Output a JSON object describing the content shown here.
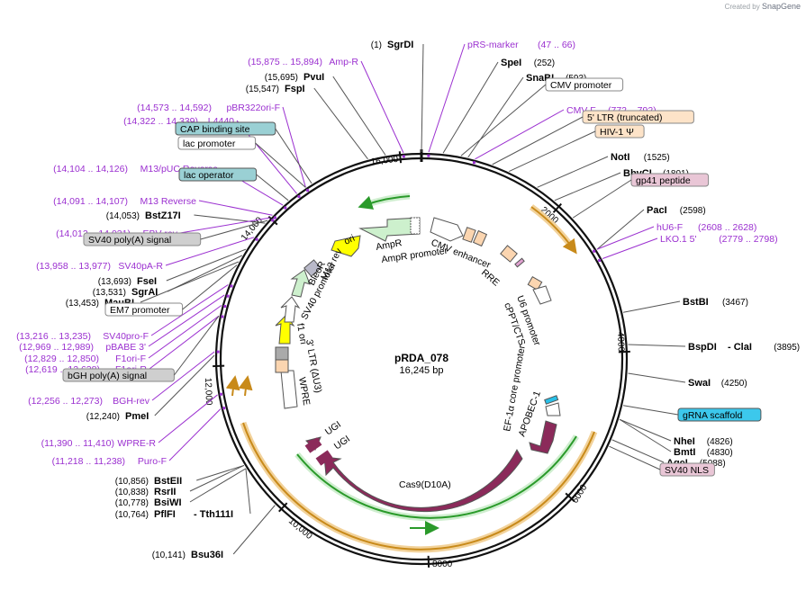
{
  "brand": {
    "created_by": "Created by",
    "name": "SnapGene"
  },
  "plasmid": {
    "name": "pRDA_078",
    "size": "16,245 bp"
  },
  "ticks": [
    "16,000",
    "2000",
    "4000",
    "6000",
    "8000",
    "10,000",
    "12,000",
    "14,000"
  ],
  "sites": [
    {
      "name": "SgrDI",
      "pos": "(1)"
    },
    {
      "name": "SpeI",
      "pos": "(252)"
    },
    {
      "name": "SnaBI",
      "pos": "(593)"
    },
    {
      "name": "NotI",
      "pos": "(1525)"
    },
    {
      "name": "BbvCI",
      "pos": "(1801)"
    },
    {
      "name": "PacI",
      "pos": "(2598)"
    },
    {
      "name": "BstBI",
      "pos": "(3467)"
    },
    {
      "name": "BspDI",
      "pos": "(3895)",
      "alt": "- ClaI"
    },
    {
      "name": "SwaI",
      "pos": "(4250)"
    },
    {
      "name": "NheI",
      "pos": "(4826)"
    },
    {
      "name": "BmtI",
      "pos": "(4830)"
    },
    {
      "name": "AgeI",
      "pos": "(5088)"
    },
    {
      "name": "Bsu36I",
      "pos": "(10,141)"
    },
    {
      "name": "PflFI",
      "pos": "(10,764)",
      "alt": "- Tth111I"
    },
    {
      "name": "BsiWI",
      "pos": "(10,778)"
    },
    {
      "name": "RsrII",
      "pos": "(10,838)"
    },
    {
      "name": "BstEII",
      "pos": "(10,856)"
    },
    {
      "name": "PmeI",
      "pos": "(12,240)"
    },
    {
      "name": "MauBI",
      "pos": "(13,453)"
    },
    {
      "name": "SgrAI",
      "pos": "(13,531)"
    },
    {
      "name": "FseI",
      "pos": "(13,693)"
    },
    {
      "name": "BstZ17I",
      "pos": "(14,053)"
    },
    {
      "name": "FspI",
      "pos": "(15,547)"
    },
    {
      "name": "PvuI",
      "pos": "(15,695)"
    }
  ],
  "primers": [
    {
      "name": "pRS-marker",
      "range": "(47 .. 66)"
    },
    {
      "name": "CMV-F",
      "range": "(772 .. 792)"
    },
    {
      "name": "hU6-F",
      "range": "(2608 .. 2628)"
    },
    {
      "name": "LKO.1 5'",
      "range": "(2779 .. 2798)"
    },
    {
      "name": "Amp-R",
      "range": "(15,875 .. 15,894)"
    },
    {
      "name": "pBR322ori-F",
      "range": "(14,573 .. 14,592)"
    },
    {
      "name": "L4440",
      "range": "(14,322 .. 14,339)"
    },
    {
      "name": "M13/pUC Reverse",
      "range": "(14,104 .. 14,126)"
    },
    {
      "name": "M13 Reverse",
      "range": "(14,091 .. 14,107)"
    },
    {
      "name": "EBV-rev",
      "range": "(14,012 .. 14,031)"
    },
    {
      "name": "SV40pA-R",
      "range": "(13,958 .. 13,977)"
    },
    {
      "name": "SV40pro-F",
      "range": "(13,216 .. 13,235)"
    },
    {
      "name": "pBABE 3'",
      "range": "(12,969 .. 12,989)"
    },
    {
      "name": "F1ori-F",
      "range": "(12,829 .. 12,850)"
    },
    {
      "name": "F1ori-R",
      "range": "(12,619 .. 12,638)"
    },
    {
      "name": "BGH-rev",
      "range": "(12,256 .. 12,273)"
    },
    {
      "name": "WPRE-R",
      "range": "(11,390 .. 11,410)"
    },
    {
      "name": "Puro-F",
      "range": "(11,218 .. 11,238)"
    }
  ],
  "boxed": [
    {
      "name": "CMV promoter"
    },
    {
      "name": "5' LTR (truncated)"
    },
    {
      "name": "HIV-1 Ψ"
    },
    {
      "name": "gp41 peptide"
    },
    {
      "name": "gRNA scaffold"
    },
    {
      "name": "SV40 NLS"
    },
    {
      "name": "CAP binding site"
    },
    {
      "name": "lac promoter"
    },
    {
      "name": "lac operator"
    },
    {
      "name": "SV40 poly(A) signal"
    },
    {
      "name": "EM7 promoter"
    },
    {
      "name": "bGH poly(A) signal"
    }
  ],
  "features": {
    "ori": "ori",
    "ampr": "AmpR",
    "ampr_promoter": "AmpR promoter",
    "cmv_enhancer": "CMV enhancer",
    "rre": "RRE",
    "u6": "U6 promoter",
    "cppt": "cPPT/CTS",
    "ef1a": "EF-1α core promoter",
    "apobec": "APOBEC-1",
    "cas9": "Cas9(D10A)",
    "ugi1": "UGI",
    "ugi2": "UGI",
    "wpre": "WPRE",
    "ltr3": "3' LTR (ΔU3)",
    "f1": "f1 ori",
    "sv40p": "SV40 promoter",
    "bleor": "BleoR",
    "m13rev": "M13 rev"
  }
}
